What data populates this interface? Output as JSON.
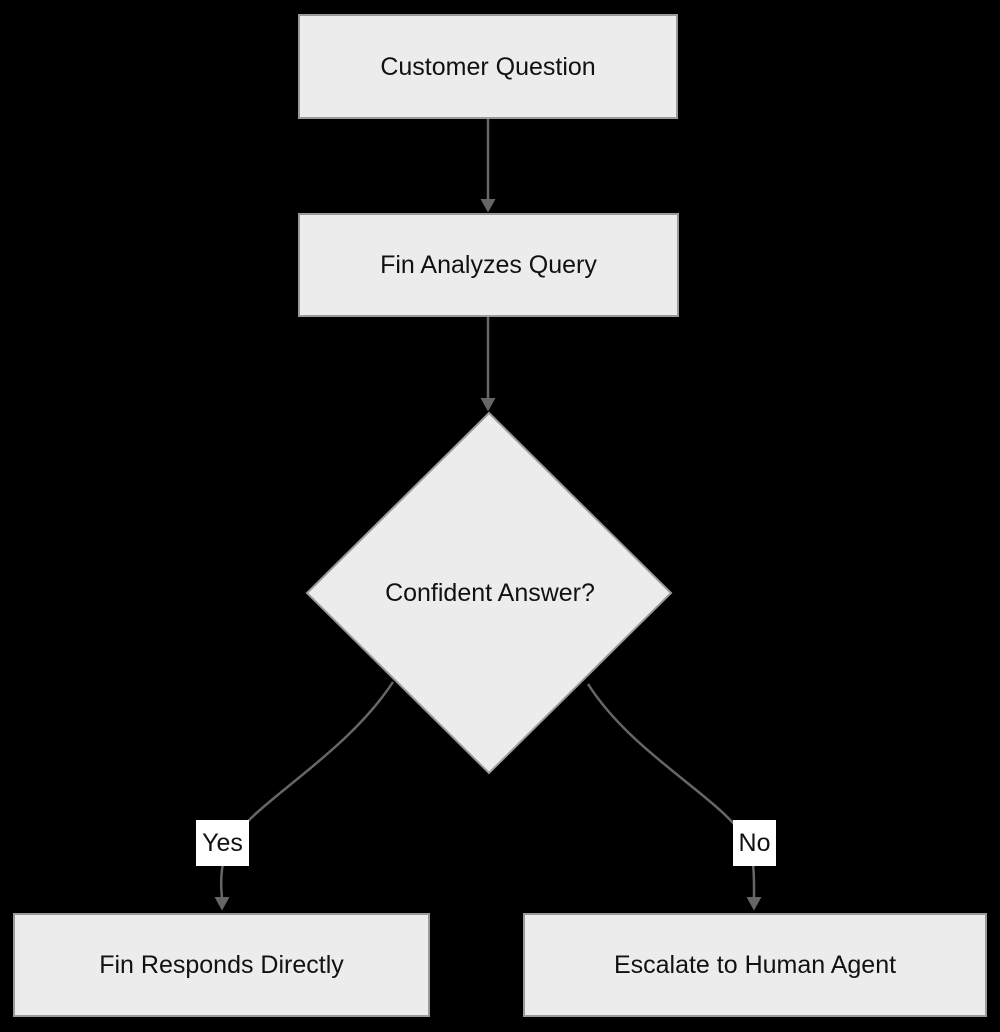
{
  "diagram": {
    "type": "flowchart",
    "background_color": "#000000",
    "node_fill_color": "#ececec",
    "node_border_color": "#9a9a9a",
    "edge_color": "#666666",
    "text_color": "#111111",
    "edge_label_background": "#ffffff",
    "nodes": {
      "customer_question": {
        "label": "Customer Question",
        "shape": "rectangle"
      },
      "fin_analyzes": {
        "label": "Fin Analyzes Query",
        "shape": "rectangle"
      },
      "confident_answer": {
        "label": "Confident Answer?",
        "shape": "diamond"
      },
      "fin_responds": {
        "label": "Fin Responds Directly",
        "shape": "rectangle"
      },
      "escalate": {
        "label": "Escalate to Human Agent",
        "shape": "rectangle"
      }
    },
    "edges": [
      {
        "from": "customer_question",
        "to": "fin_analyzes",
        "label": ""
      },
      {
        "from": "fin_analyzes",
        "to": "confident_answer",
        "label": ""
      },
      {
        "from": "confident_answer",
        "to": "fin_responds",
        "label": "Yes"
      },
      {
        "from": "confident_answer",
        "to": "escalate",
        "label": "No"
      }
    ],
    "edge_labels": {
      "yes": {
        "label": "Yes"
      },
      "no": {
        "label": "No"
      }
    }
  }
}
